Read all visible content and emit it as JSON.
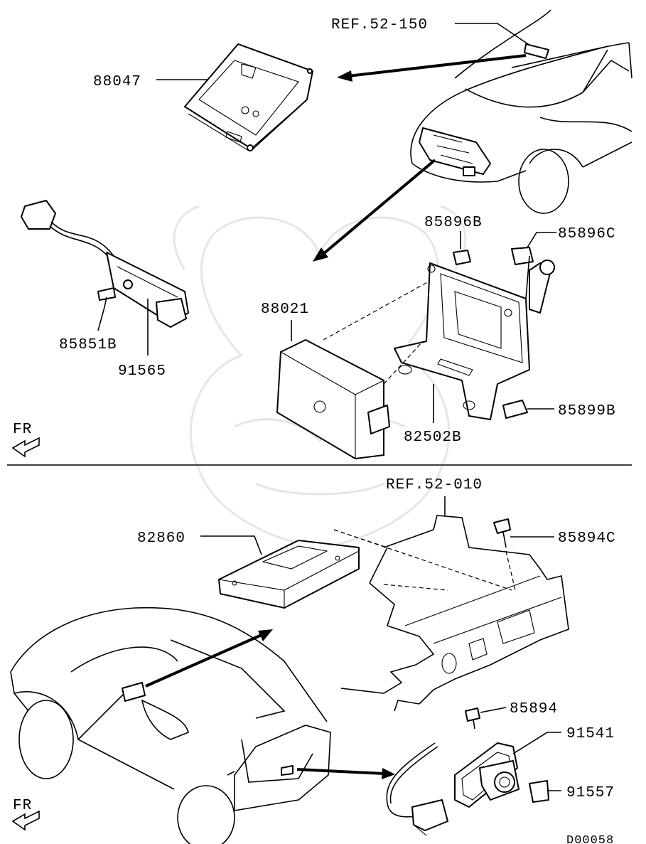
{
  "diagram_id": "D00058",
  "direction_label": "FR",
  "labels": {
    "ref_52_150": "REF.52-150",
    "p88047": "88047",
    "p85896B": "85896B",
    "p85896C": "85896C",
    "p88021": "88021",
    "p85851B": "85851B",
    "p91565": "91565",
    "p82502B": "82502B",
    "p85899B": "85899B",
    "ref_52_010": "REF.52-010",
    "p82860": "82860",
    "p85894C": "85894C",
    "p85894": "85894",
    "p91541": "91541",
    "p91557": "91557"
  },
  "icons": [
    "fr-direction-arrow-icon",
    "watermark-logo-icon"
  ]
}
